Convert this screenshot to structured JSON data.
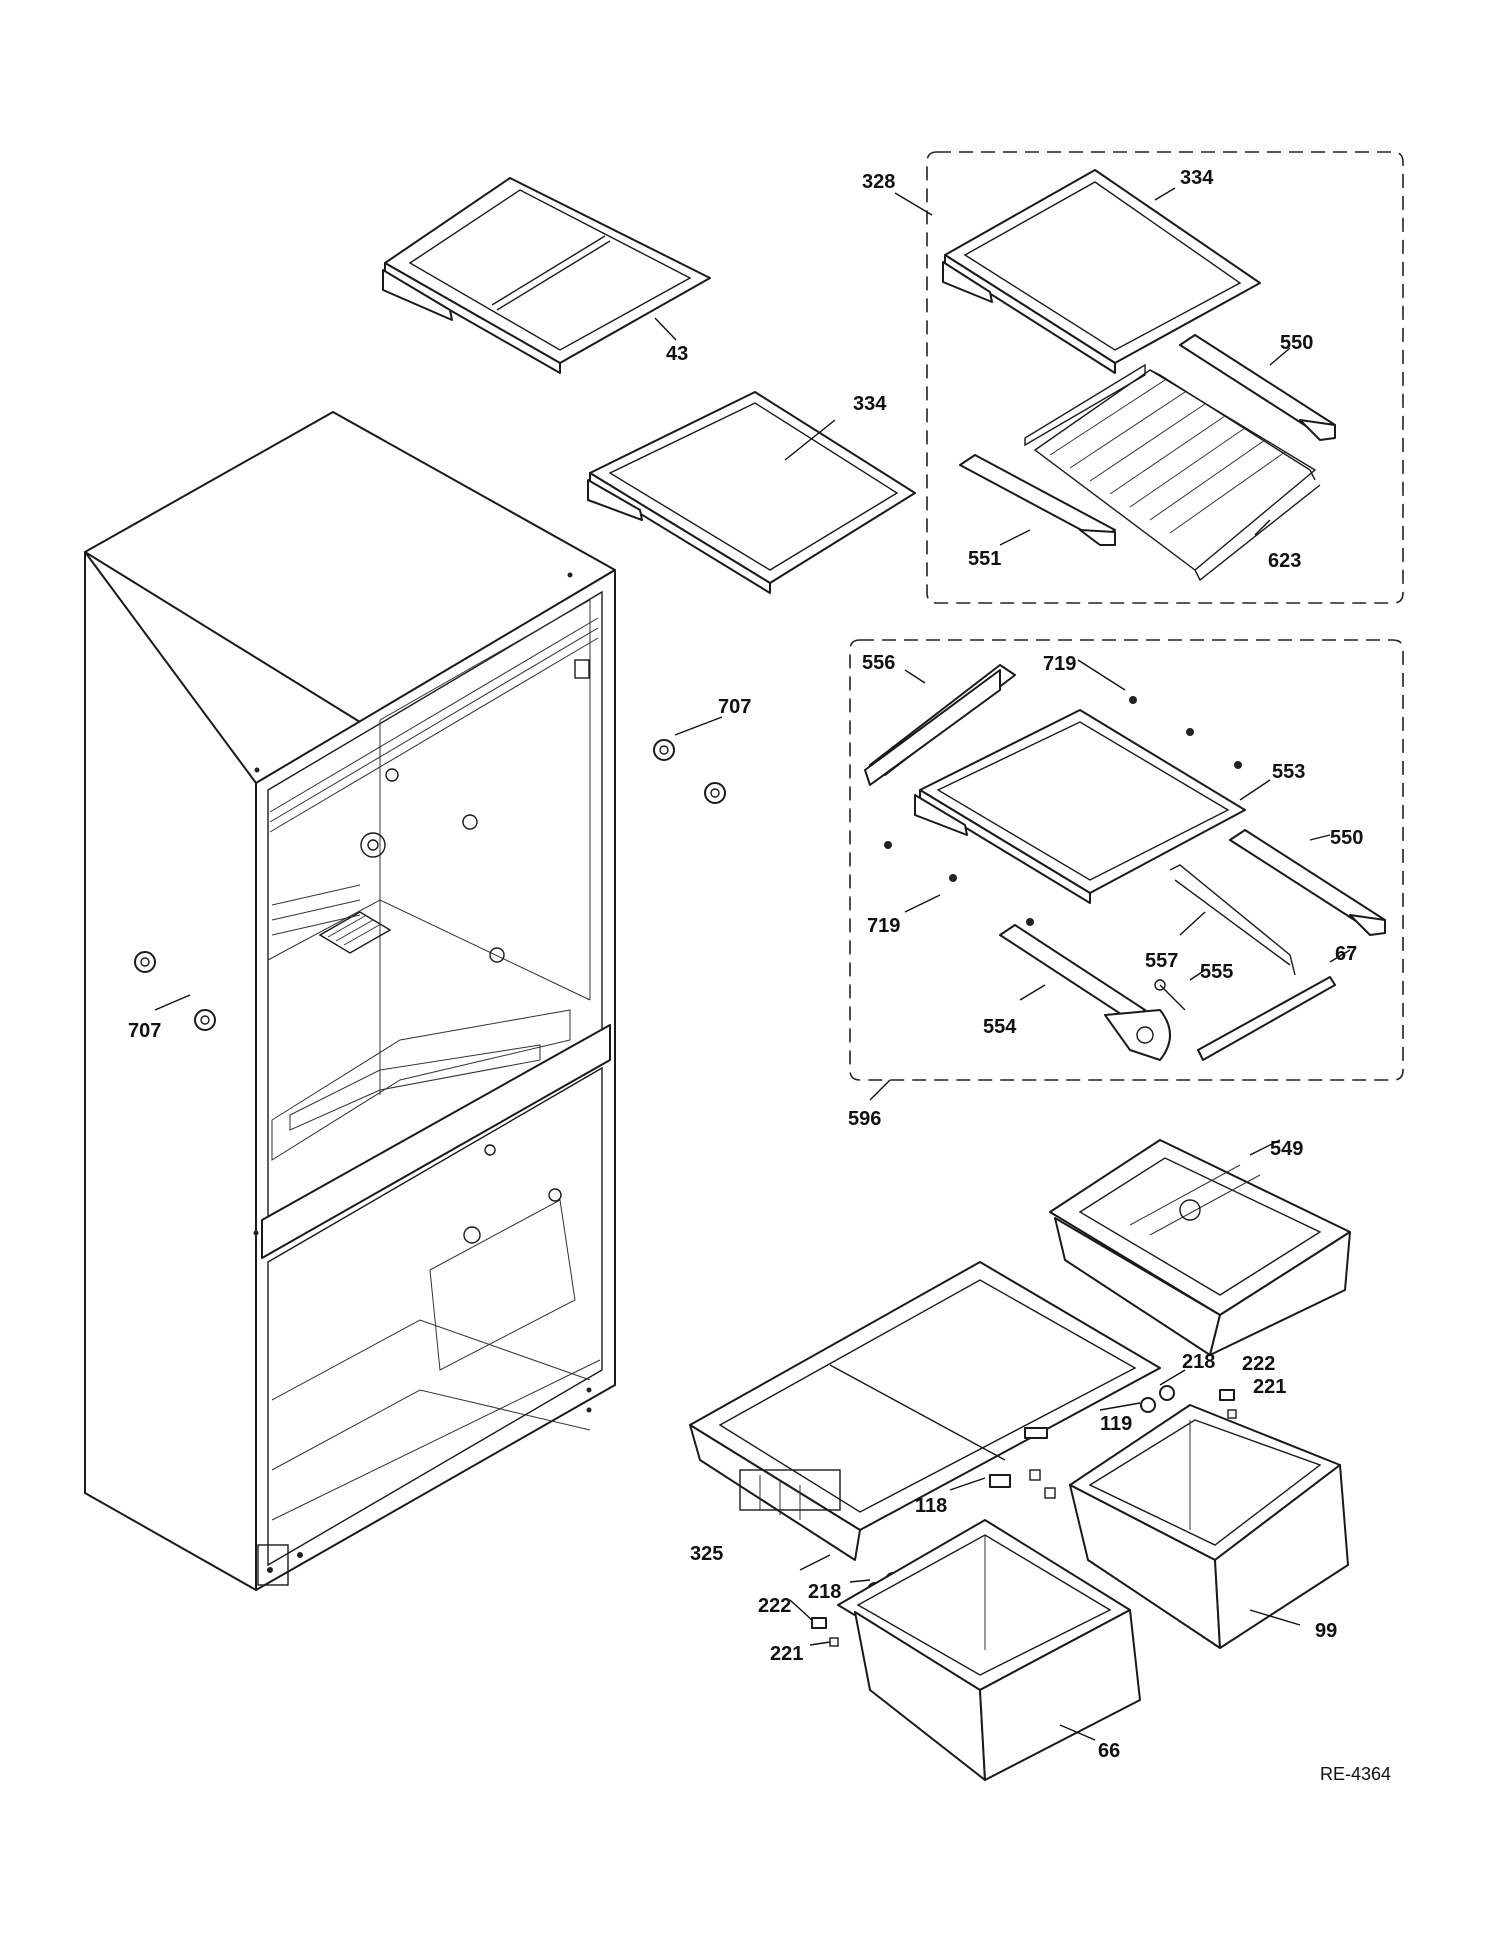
{
  "drawing_ref": "RE-4364",
  "callouts": {
    "c43": "43",
    "c334a": "334",
    "c334b": "334",
    "c328": "328",
    "c550a": "550",
    "c550b": "550",
    "c551": "551",
    "c623": "623",
    "c556": "556",
    "c719a": "719",
    "c719b": "719",
    "c553": "553",
    "c557": "557",
    "c555": "555",
    "c67": "67",
    "c554": "554",
    "c596": "596",
    "c707a": "707",
    "c707b": "707",
    "c549": "549",
    "c218a": "218",
    "c218b": "218",
    "c222a": "222",
    "c222b": "222",
    "c221a": "221",
    "c221b": "221",
    "c119": "119",
    "c118": "118",
    "c325": "325",
    "c99": "99",
    "c66": "66"
  }
}
